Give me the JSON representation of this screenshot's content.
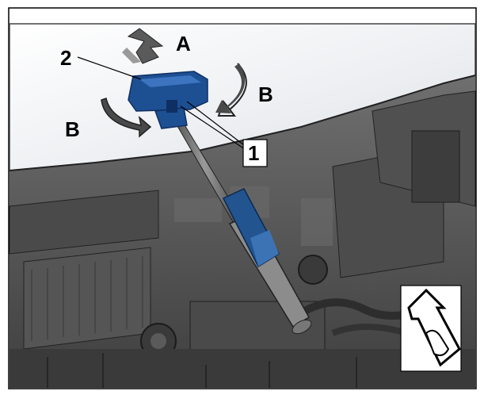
{
  "figure": {
    "callouts": {
      "clip_number": "2",
      "screwdriver_number": "1",
      "pull_direction": "A",
      "rotate_direction_right": "B",
      "rotate_direction_left": "B"
    },
    "colors": {
      "clip": "#1d4f93",
      "clip_dark": "#0f2f63",
      "engine_bay": "#5e5e5e",
      "hood_panel": "#eef0f3",
      "screwdriver_handle": "#22558f"
    },
    "icons": {
      "pull_arrow": "up-arrow-icon",
      "rotate_arrows": "curved-arrow-icon",
      "orientation_badge": "vehicle-front-arrow-icon"
    }
  }
}
